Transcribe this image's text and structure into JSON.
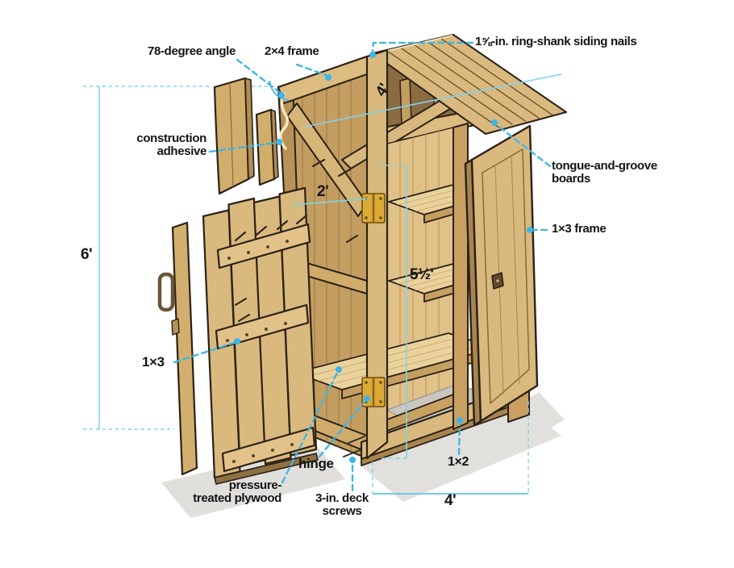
{
  "figure": {
    "title": "garden shed exploded construction diagram",
    "background": "#ffffff",
    "colors": {
      "leader_cyan": "#3db5e6",
      "dimension_cyan": "#7fd3ee",
      "wood_light": "#d9b97d",
      "wood_mid": "#c49e60",
      "wood_dark": "#a9854e",
      "wood_highlight": "#dcbc80",
      "plywood": "#ead29c",
      "outline": "#2b2117",
      "hinge_brass": "#dcaa35",
      "floor_gray": "#cbc6c0",
      "shadow_gray": "#dbdad6",
      "adhesive_cream": "#f4e6c2",
      "label_text": "#141414"
    },
    "labels": {
      "angle": "78-degree angle",
      "frame_2x4": "2×4 frame",
      "siding_nails": "1⅝-in. ring-shank siding nails",
      "adhesive_line1": "construction",
      "adhesive_line2": "adhesive",
      "tongue_groove_line1": "tongue-and-groove",
      "tongue_groove_line2": "boards",
      "frame_1x3": "1×3 frame",
      "board_1x3": "1×3",
      "hinge": "hinge",
      "plywood_line1": "pressure-",
      "plywood_line2": "treated plywood",
      "screws_line1": "3-in. deck",
      "screws_line2": "screws",
      "strip_1x2": "1×2"
    },
    "dimensions": {
      "height": "6'",
      "depth": "2'",
      "interior_height": "5½'",
      "width": "4'",
      "roof": "4'"
    }
  }
}
